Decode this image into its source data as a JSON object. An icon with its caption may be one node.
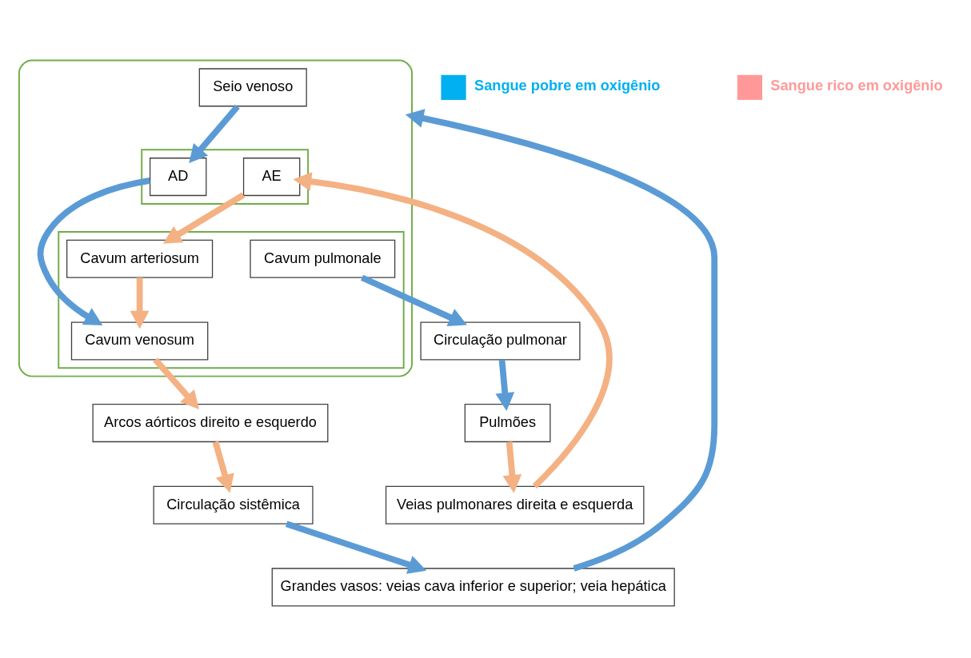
{
  "diagram": {
    "nodes": [
      {
        "text": [
          "Grandes vasos: veias cava inferior e superior; veia hepática"
        ]
      },
      {
        "text": [
          "Pulmões"
        ]
      },
      {
        "text": [
          "Veias pulmonares direita e esquerda"
        ]
      },
      {
        "text": [],
        "shape": "box"
      },
      {
        "text": [
          "Seio venoso"
        ],
        "in": 3
      },
      {
        "text": [],
        "shape": "box",
        "in": 3
      },
      {
        "text": [
          "AD"
        ],
        "in": 5
      },
      {
        "text": [
          "AE"
        ],
        "in": 5
      },
      {
        "text": [],
        "shape": "box",
        "in": 3
      },
      {
        "text": [
          "Cavum venosum"
        ],
        "in": 8
      },
      {
        "text": [
          "Cavum arteriosum"
        ],
        "in": 8
      },
      {
        "text": [
          "Cavum pulmonale"
        ],
        "in": 8
      },
      {
        "text": [
          "Circulação sistêmica"
        ]
      },
      {
        "text": [
          "Arcos aórticos direito e esquerdo"
        ]
      },
      {
        "text": [
          "Circulação pulmonar"
        ]
      }
    ],
    "edges": [
      {
        "from": 0,
        "to": 3,
        "arrow": "to",
        "color": "#5b9bd5"
      },
      {
        "from": 1,
        "to": 2,
        "arrow": "to",
        "color": "#f4b183"
      },
      {
        "from": 2,
        "to": 7,
        "arrow": "to",
        "color": "#f4b183"
      },
      {
        "from": 4,
        "to": 6,
        "arrow": "to",
        "color": "#5b9bd5"
      },
      {
        "from": 6,
        "to": 9,
        "arrow": "to",
        "color": "#5b9bd5"
      },
      {
        "from": 7,
        "to": 10,
        "arrow": "to",
        "color": "#f4b183"
      },
      {
        "from": 10,
        "to": 9,
        "arrow": "to",
        "color": "#f4b183"
      },
      {
        "from": 9,
        "to": 13,
        "arrow": "to",
        "color": "#f4b183"
      },
      {
        "from": 13,
        "to": 12,
        "arrow": "to",
        "color": "#f4b183"
      },
      {
        "from": 12,
        "to": 0,
        "arrow": "to",
        "color": "#5b9bd5"
      },
      {
        "from": 11,
        "to": 14,
        "arrow": "to",
        "color": "#5b9bd5"
      },
      {
        "from": 14,
        "to": 1,
        "arrow": "to",
        "color": "#5b9bd5"
      }
    ],
    "legend": [
      {
        "text": "Sangue pobre em oxigênio",
        "color": "#00b0f0"
      },
      {
        "text": "Sangue rico em oxigênio",
        "color": "#ff9999"
      }
    ]
  }
}
